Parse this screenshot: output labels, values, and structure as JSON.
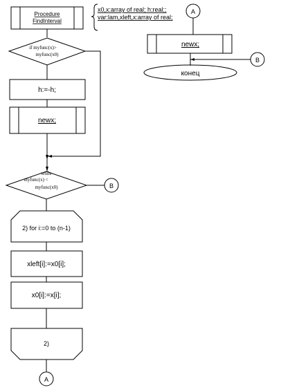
{
  "flowchart": {
    "proc_header": [
      "Procedure",
      "FindInterval"
    ],
    "declarations": [
      "x0,x:array of real; h:real;;",
      "var:lam,xleft,x:array of real;"
    ],
    "connector_a": "A",
    "connector_b": "B",
    "decision_1": [
      "if myfunc(x)>",
      "myfunc(x0)"
    ],
    "step_h": "h:=-h;",
    "step_newx": "newx;",
    "while_cond": [
      "while",
      "myfunc(x) <",
      "myfunc(x0)"
    ],
    "loop_start": "2) for i:=0 to (n-1)",
    "step_xleft": "xleft[i]:=x0[i];",
    "step_x0": "x0[i]:=x[i];",
    "loop_end": "2)",
    "right_newx": "newx;",
    "end_label": "конец"
  },
  "colors": {
    "stroke": "#000000",
    "background": "#ffffff"
  }
}
